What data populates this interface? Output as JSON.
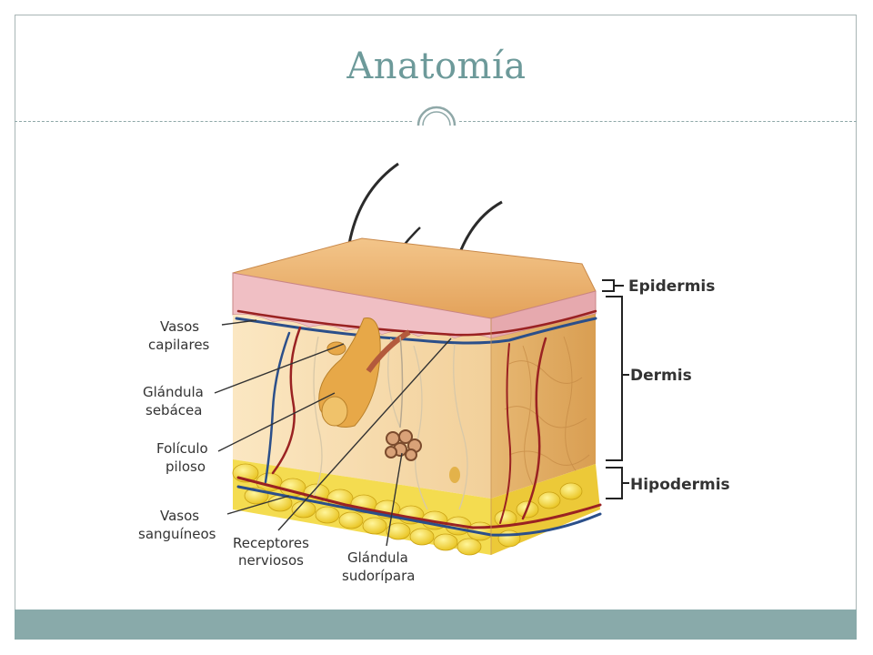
{
  "slide": {
    "title": "Anatomía"
  },
  "diagram": {
    "labels_left": [
      {
        "line1": "Vasos",
        "line2": "capilares"
      },
      {
        "line1": "Glándula",
        "line2": "sebácea"
      },
      {
        "line1": "Folículo",
        "line2": "piloso"
      },
      {
        "line1": "Vasos",
        "line2": "sanguíneos"
      }
    ],
    "labels_bottom": [
      {
        "line1": "Receptores",
        "line2": "nerviosos"
      },
      {
        "line1": "Glándula",
        "line2": "sudorípara"
      }
    ],
    "layers": [
      "Epidermis",
      "Dermis",
      "Hipodermis"
    ]
  },
  "colors": {
    "accent": "#6d9a9a",
    "footer": "#89aaaa",
    "epidermis": "#e8a860",
    "dermis": "#f6d9a6",
    "fat": "#f2d23c",
    "vein": "#2b4f8a",
    "artery": "#9a2222"
  }
}
